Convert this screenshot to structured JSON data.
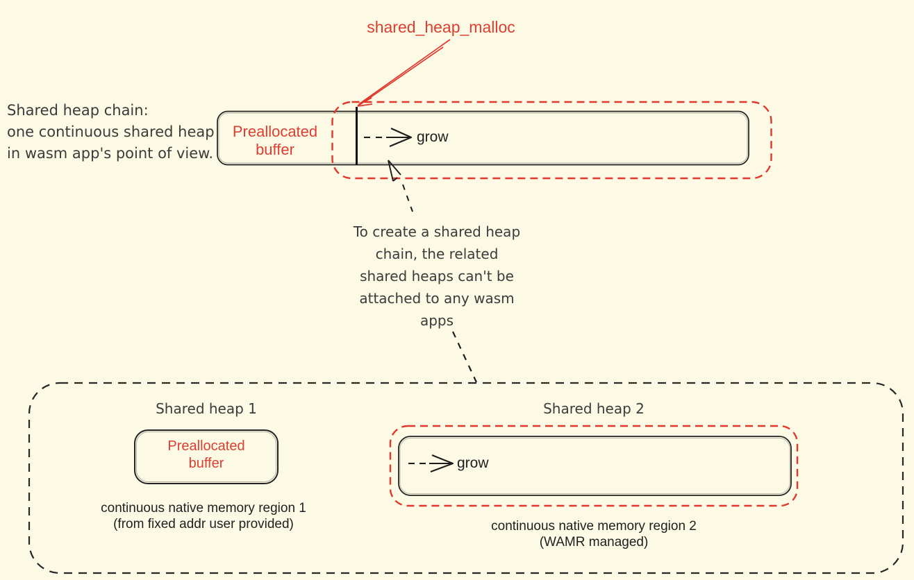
{
  "colors": {
    "background": "#FCF9E5",
    "red_accent": "#DD3E32",
    "ink": "#222222",
    "soft_ink": "#3B3B3B"
  },
  "callout": {
    "label": "shared_heap_malloc"
  },
  "chain_note": {
    "lines": [
      "Shared heap chain:",
      "one continuous shared heap",
      "in wasm app's point of view."
    ]
  },
  "heap_chain": {
    "preallocated_label": "Preallocated buffer",
    "grow_label": "grow"
  },
  "creation_note": {
    "lines": [
      "To create a shared heap",
      "chain, the related",
      "shared heaps can't be",
      "attached to any wasm",
      "apps"
    ]
  },
  "regions": {
    "heap1": {
      "title": "Shared heap 1",
      "box_label": "Preallocated buffer",
      "caption_lines": [
        "continuous native memory region 1",
        "(from fixed addr user provided)"
      ]
    },
    "heap2": {
      "title": "Shared heap 2",
      "grow_label": "grow",
      "caption_lines": [
        "continuous native memory region 2",
        "(WAMR managed)"
      ]
    }
  },
  "icons": {
    "malloc_pointer": "red-callout-arrow",
    "grow_arrow": "dashed-right-arrow",
    "attach_pointer": "sketch-cursor-arrow"
  }
}
